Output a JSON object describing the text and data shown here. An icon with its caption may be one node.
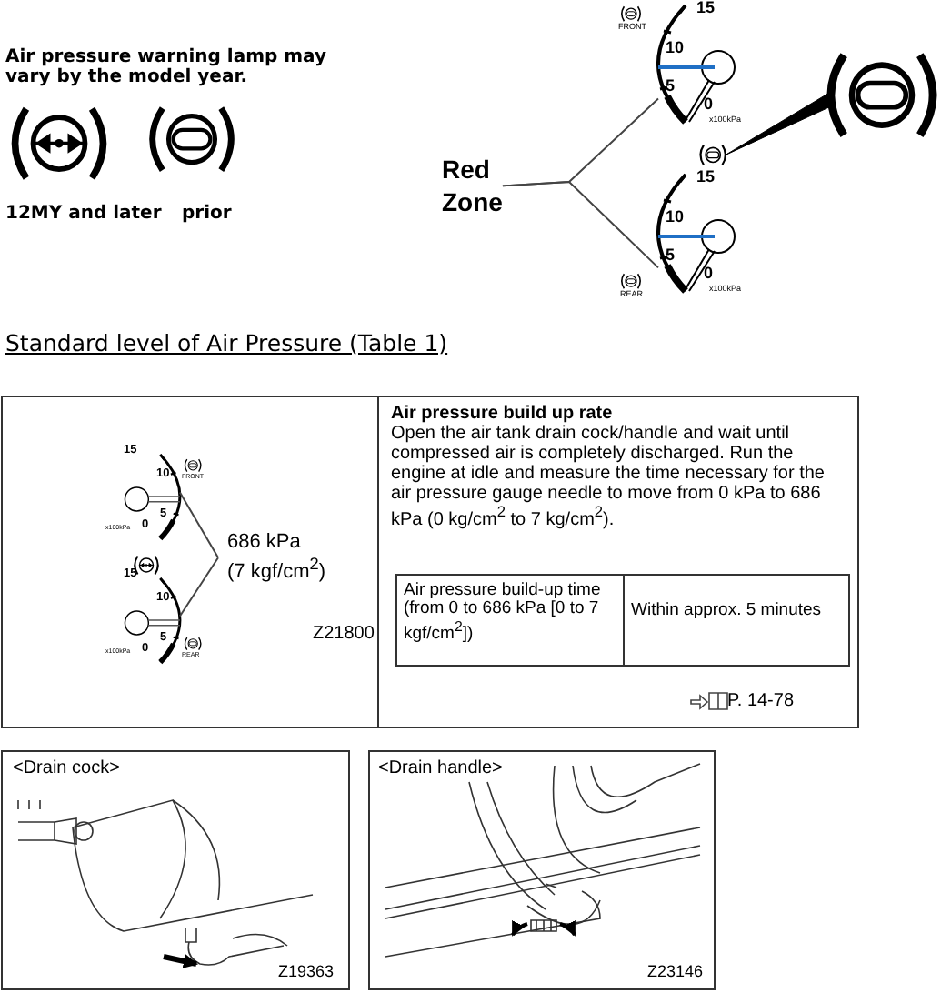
{
  "diagram": {
    "title": "Standard level of Air Pressure (Table 1)",
    "nodes": [
      {
        "text": [
          "Red Zone"
        ]
      },
      {
        "text": [],
        "shape": "gauge"
      },
      {
        "text": [],
        "shape": "gauge"
      },
      {
        "text": [],
        "shape": "icon"
      },
      {
        "text": [],
        "shape": "icon"
      },
      {
        "text": [
          "686 kPa (7 kgf/cm$^{2}$)"
        ]
      },
      {
        "text": [],
        "shape": "gauge"
      },
      {
        "text": [],
        "shape": "gauge"
      }
    ],
    "edges": [
      {
        "from": 0,
        "to": 1,
        "arrow": "none"
      },
      {
        "from": 0,
        "to": 2,
        "arrow": "none"
      },
      {
        "from": 4,
        "to": 3,
        "arrow": "none"
      },
      {
        "from": 5,
        "to": 6,
        "arrow": "none"
      },
      {
        "from": 5,
        "to": 7,
        "arrow": "none"
      }
    ],
    "labels": [
      "Air pressure warning lamp may vary by the model year.",
      "12MY and later",
      "prior",
      "FRONT",
      "15",
      "10",
      "5",
      "0",
      "x100kPa",
      "15",
      "10",
      "5",
      "0",
      "x100kPa",
      "REAR",
      "15",
      "10",
      "5",
      "0",
      "x100kPa",
      "FRONT",
      "15",
      "10",
      "5",
      "0",
      "x100kPa",
      "REAR",
      "Z21800",
      "Air pressure build up rate",
      "Open the air tank drain cock/handle and wait until compressed air is completely discharged. Run the engine at idle and measure the time necessary for the air pressure gauge needle to move from 0 kPa to 686 kPa (0 kg/cm$^{2}$ to 7 kg/cm$^{2}$).",
      "Air pressure build-up time (from 0 to 686 kPa [0 to 7 kgf/cm$^{2}$])",
      "Within approx. 5 minutes",
      "P. 14-78",
      "<Drain cock>",
      "Z19363",
      "<Drain handle>",
      "Z23146"
    ]
  }
}
